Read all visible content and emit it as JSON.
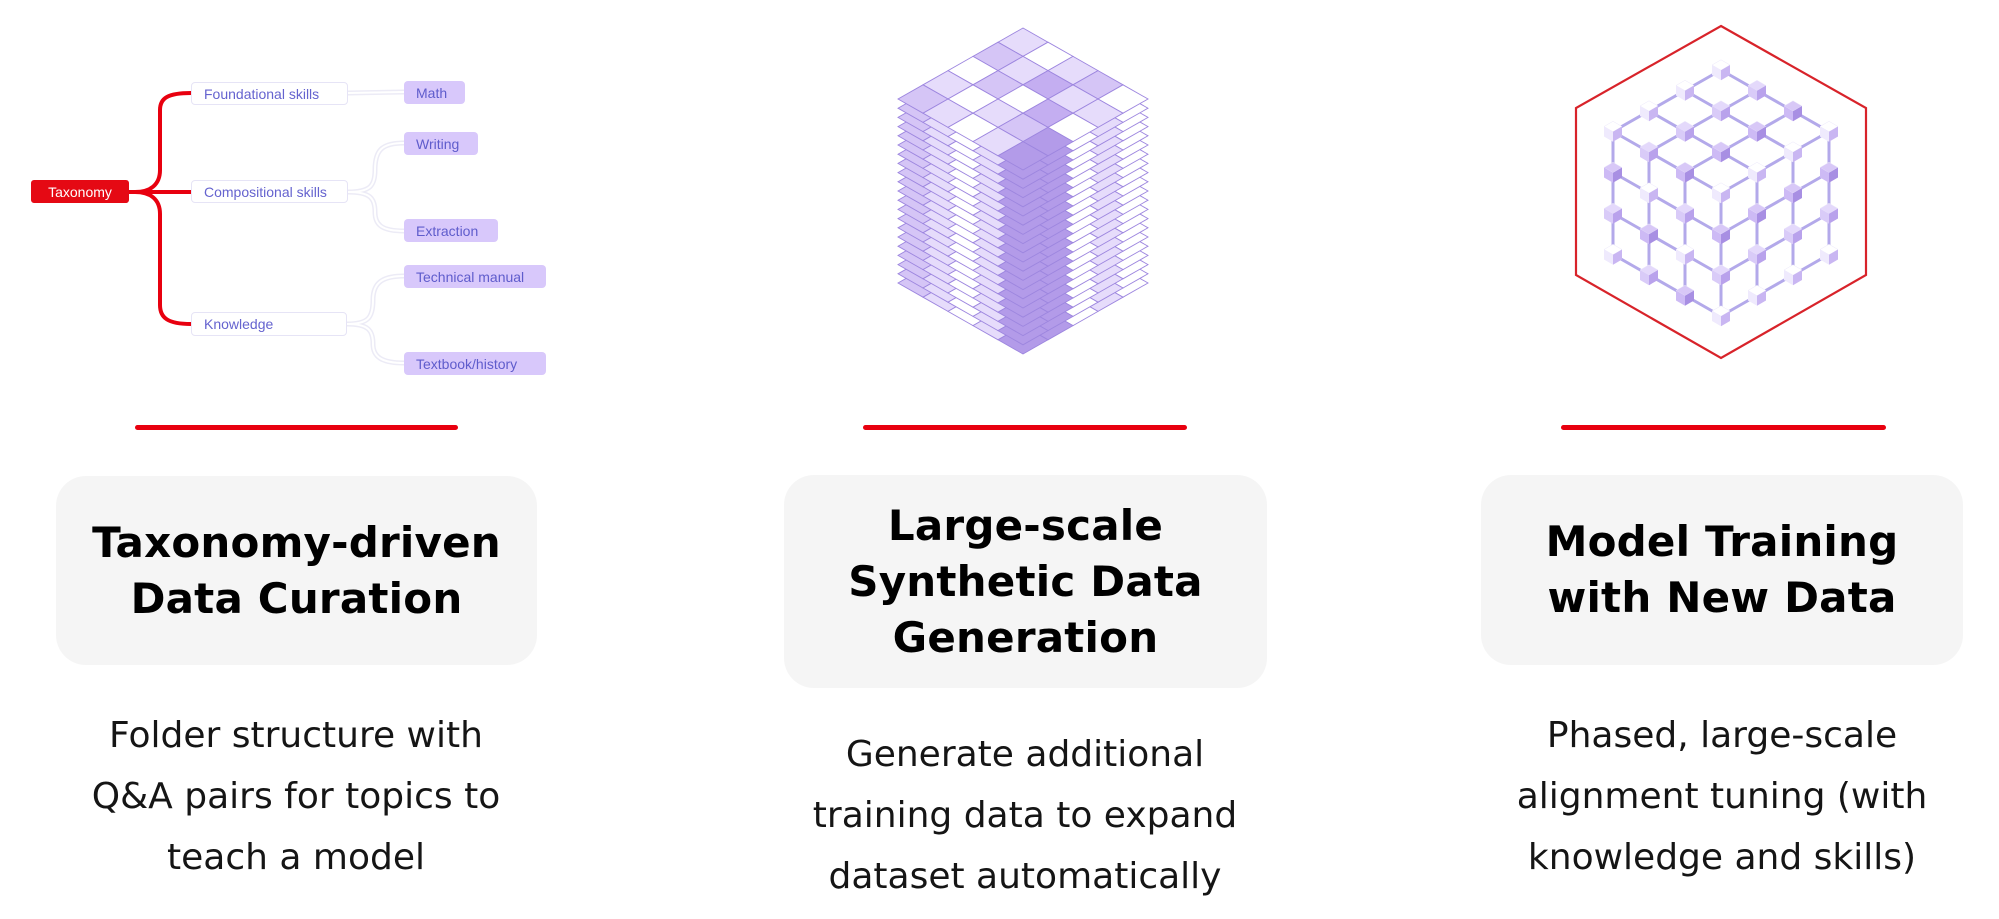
{
  "colors": {
    "accent_red": "#e8000f",
    "card_bg": "#f5f5f5",
    "lavender_leaf": "#d8c8fb",
    "node_text": "#6563cf",
    "purple_dark": "#b39be9"
  },
  "taxonomy_diagram": {
    "root": "Taxonomy",
    "branches": [
      {
        "label": "Foundational skills",
        "leaves": [
          "Math"
        ]
      },
      {
        "label": "Compositional skills",
        "leaves": [
          "Writing",
          "Extraction"
        ]
      },
      {
        "label": "Knowledge",
        "leaves": [
          "Technical manual",
          "Textbook/history"
        ]
      }
    ]
  },
  "illustrations": {
    "middle": "stacked-data-layers-icon",
    "right": "hexagon-lattice-icon"
  },
  "columns": [
    {
      "title_lines": [
        "Taxonomy-driven",
        "Data Curation"
      ],
      "description_lines": [
        "Folder structure with",
        "Q&A pairs for topics to",
        "teach a model"
      ]
    },
    {
      "title_lines": [
        "Large-scale",
        "Synthetic Data",
        "Generation"
      ],
      "description_lines": [
        "Generate additional",
        "training data to expand",
        "dataset automatically"
      ]
    },
    {
      "title_lines": [
        "Model Training",
        "with New Data"
      ],
      "description_lines": [
        "Phased, large-scale",
        "alignment tuning (with",
        "knowledge and skills)"
      ]
    }
  ]
}
